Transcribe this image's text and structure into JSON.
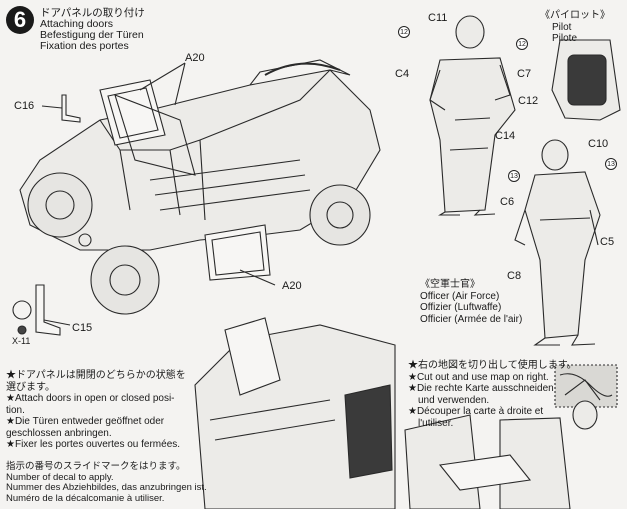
{
  "step": {
    "number": "6",
    "title_lines": [
      "ドアパネルの取り付け",
      "Attaching doors",
      "Befestigung der Türen",
      "Fixation des portes"
    ]
  },
  "parts": {
    "a20_top": "A20",
    "a20_bottom": "A20",
    "c16": "C16",
    "c15": "C15",
    "x11": "X-11",
    "c11": "C11",
    "c4": "C4",
    "c7": "C7",
    "c14": "C14",
    "c12": "C12",
    "c10": "C10",
    "c6": "C6",
    "c5": "C5",
    "c8": "C8"
  },
  "decals": {
    "d12a": "12",
    "d12b": "12",
    "d13a": "13",
    "d13b": "13"
  },
  "pilot": {
    "lines": [
      "《パイロット》",
      "Pilot",
      "Pilote"
    ]
  },
  "officer": {
    "lines": [
      "《空軍士官》",
      "Officer (Air Force)",
      "Offizier (Luftwaffe)",
      "Officier (Armée de l'air)"
    ]
  },
  "door_note": {
    "lines": [
      "★ドアパネルは開閉のどちらかの状態を",
      "選びます。",
      "★Attach doors in open or closed posi-",
      "tion.",
      "★Die Türen entweder geöffnet oder",
      "geschlossen anbringen.",
      "★Fixer les portes ouvertes ou fermées."
    ]
  },
  "map_note": {
    "lines": [
      "★右の地図を切り出して使用します。",
      "★Cut out and use map on right.",
      "★Die rechte Karte ausschneiden",
      "und verwenden.",
      "★Découper la carte à droite et",
      "l'utiliser."
    ]
  },
  "decal_note": {
    "lines": [
      "指示の番号のスライドマークをはります。",
      "Number of decal to apply.",
      "Nummer des Abziehbildes, das anzubringen ist.",
      "Numéro de la décalcomanie à utiliser."
    ]
  }
}
